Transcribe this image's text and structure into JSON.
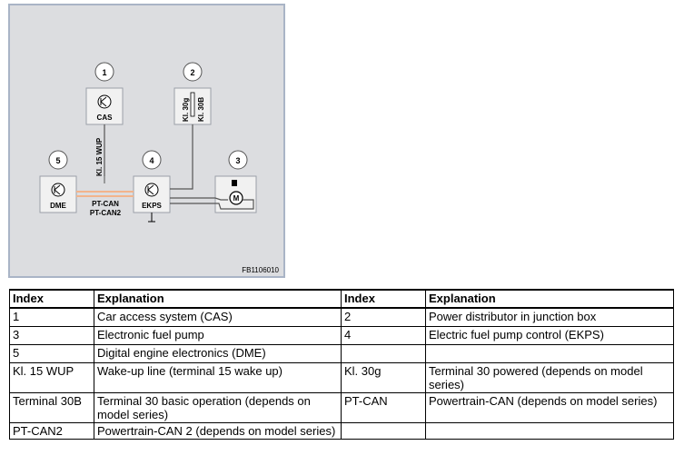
{
  "diagram": {
    "code": "FB1106010",
    "components": [
      {
        "num": "1",
        "label": "CAS"
      },
      {
        "num": "2",
        "label_a": "Kl. 30g",
        "label_b": "Kl. 30B"
      },
      {
        "num": "3",
        "label": "M"
      },
      {
        "num": "4",
        "label": "EKPS"
      },
      {
        "num": "5",
        "label": "DME"
      }
    ],
    "wire_labels": {
      "wup": "Kl. 15 WUP",
      "ptcan": "PT-CAN",
      "ptcan2": "PT-CAN2"
    }
  },
  "legend": {
    "headers": [
      "Index",
      "Explanation",
      "Index",
      "Explanation"
    ],
    "rows": [
      [
        "1",
        "Car access system (CAS)",
        "2",
        "Power distributor in junction box"
      ],
      [
        "3",
        "Electronic fuel pump",
        "4",
        "Electric fuel pump control (EKPS)"
      ],
      [
        "5",
        "Digital engine electronics (DME)",
        "",
        ""
      ],
      [
        "Kl. 15 WUP",
        "Wake-up line (terminal 15 wake up)",
        "Kl. 30g",
        "Terminal 30 powered (depends on model series)"
      ],
      [
        "Terminal 30B",
        "Terminal 30 basic operation (depends on model series)",
        "PT-CAN",
        "Powertrain-CAN (depends on model series)"
      ],
      [
        "PT-CAN2",
        "Powertrain-CAN 2 (depends on model series)",
        "",
        ""
      ]
    ]
  }
}
